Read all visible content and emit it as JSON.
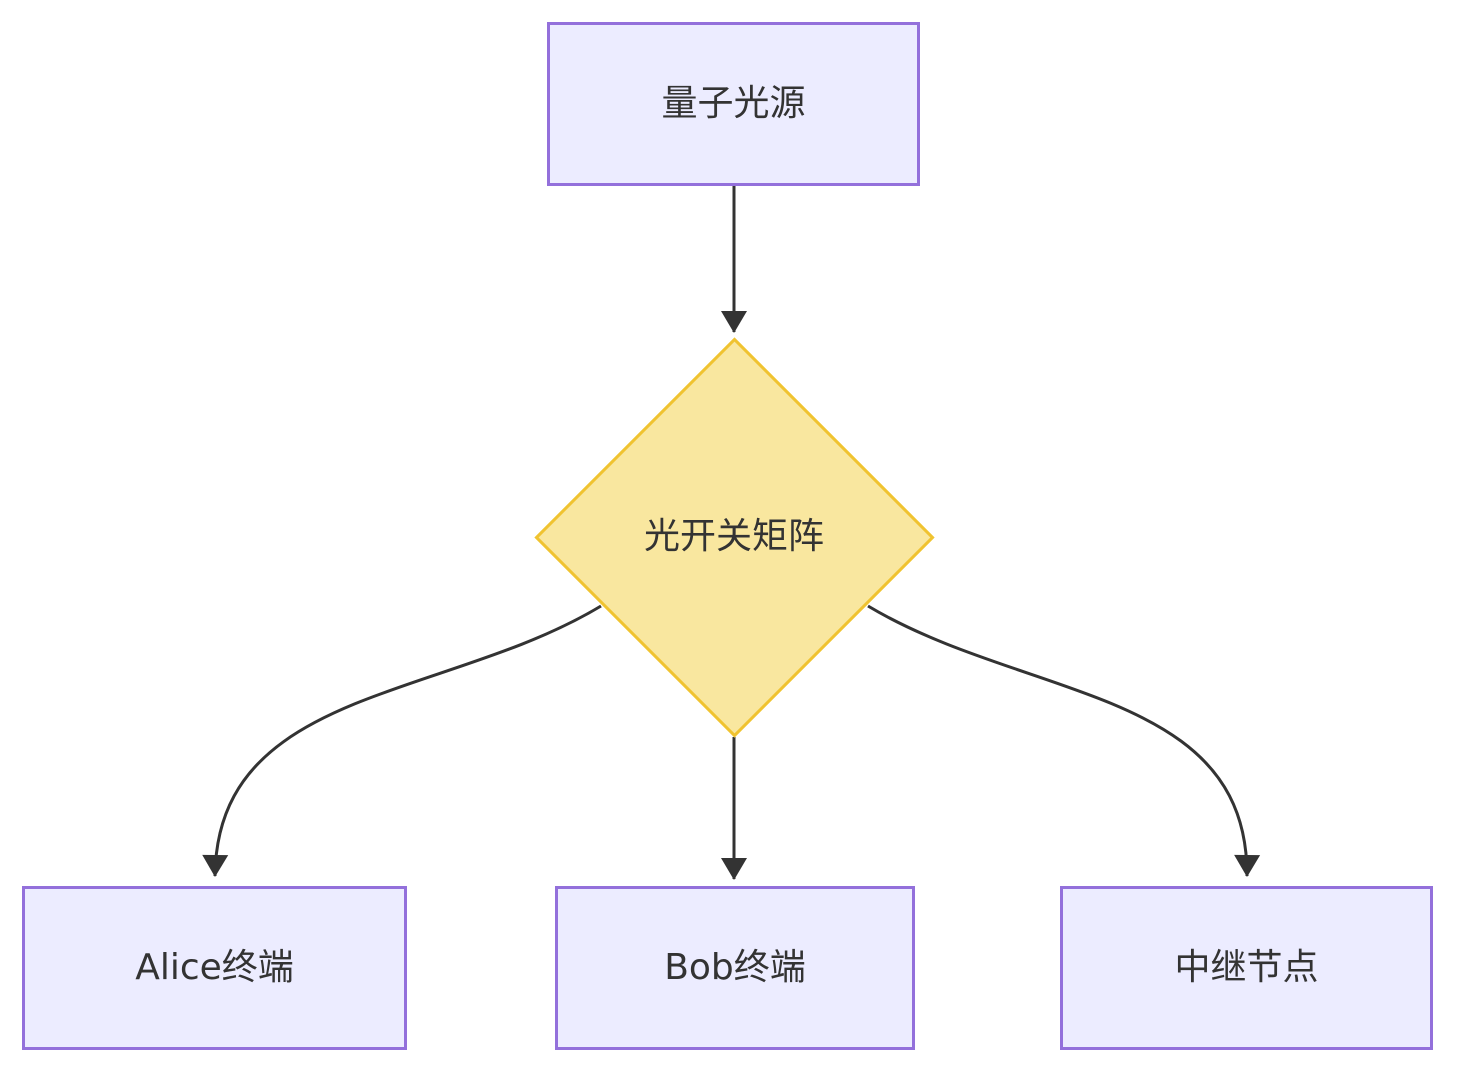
{
  "diagram": {
    "type": "flowchart",
    "direction": "top-down",
    "nodes": [
      {
        "id": "source",
        "label": "量子光源",
        "shape": "rectangle"
      },
      {
        "id": "switch",
        "label": "光开关矩阵",
        "shape": "diamond"
      },
      {
        "id": "alice",
        "label": "Alice终端",
        "shape": "rectangle"
      },
      {
        "id": "bob",
        "label": "Bob终端",
        "shape": "rectangle"
      },
      {
        "id": "relay",
        "label": "中继节点",
        "shape": "rectangle"
      }
    ],
    "edges": [
      {
        "from": "source",
        "to": "switch",
        "style": "arrow"
      },
      {
        "from": "switch",
        "to": "alice",
        "style": "arrow"
      },
      {
        "from": "switch",
        "to": "bob",
        "style": "arrow"
      },
      {
        "from": "switch",
        "to": "relay",
        "style": "arrow"
      }
    ],
    "colors": {
      "background": "#FFFFFF",
      "rect_fill": "#ECECFF",
      "rect_border": "#9370DB",
      "diamond_fill": "#F9E79F",
      "diamond_border": "#F0C330",
      "edge": "#333333",
      "text": "#333333"
    }
  }
}
